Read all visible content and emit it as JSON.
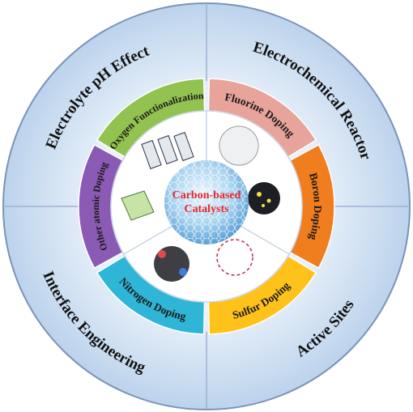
{
  "center": {
    "title_line1": "Carbon-based",
    "title_line2": "Catalysts"
  },
  "outer_ring": [
    {
      "label": "Electrolyte pH Effect"
    },
    {
      "label": "Electrochemical Reactor"
    },
    {
      "label": "Active Sites"
    },
    {
      "label": "Interface Engineering"
    }
  ],
  "middle_ring": [
    {
      "label": "Oxygen Functionalization",
      "color": "#92c24f"
    },
    {
      "label": "Fluorine Doping",
      "color": "#e8a39a"
    },
    {
      "label": "Boron Doping",
      "color": "#f07d1e"
    },
    {
      "label": "Sulfur Doping",
      "color": "#ffc21a"
    },
    {
      "label": "Nitrogen Doping",
      "color": "#2fb6d6"
    },
    {
      "label": "Other atomic Doping",
      "color": "#8a5ab4"
    }
  ],
  "colors": {
    "outer_ring": "#c9dcf0",
    "outer_border": "#7b93b8",
    "center_text": "#e8262b"
  }
}
